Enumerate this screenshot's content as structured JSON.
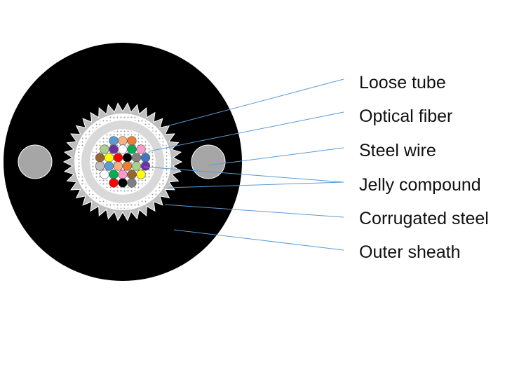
{
  "labels": {
    "loose_tube": "Loose tube",
    "optical_fiber": "Optical fiber",
    "steel_wire": "Steel wire",
    "jelly_compound": "Jelly compound",
    "corrugated_steel": "Corrugated steel",
    "outer_sheath": "Outer sheath"
  },
  "colors": {
    "sheath": "#000000",
    "steel_wire": "#a6a6a6",
    "corrugated_steel": "#bfbfbf",
    "loose_tube": "#d9d9d9",
    "leader_line": "#5b9bd5",
    "fibers": [
      "#5b9bd5",
      "#f4b183",
      "#ed7d31",
      "#a9d08e",
      "#7030a0",
      "#ffffff",
      "#00b050",
      "#ff99cc",
      "#996633",
      "#ffff00",
      "#ff0000",
      "#000000",
      "#808080",
      "#4472c4",
      "#c0c0c0"
    ]
  }
}
